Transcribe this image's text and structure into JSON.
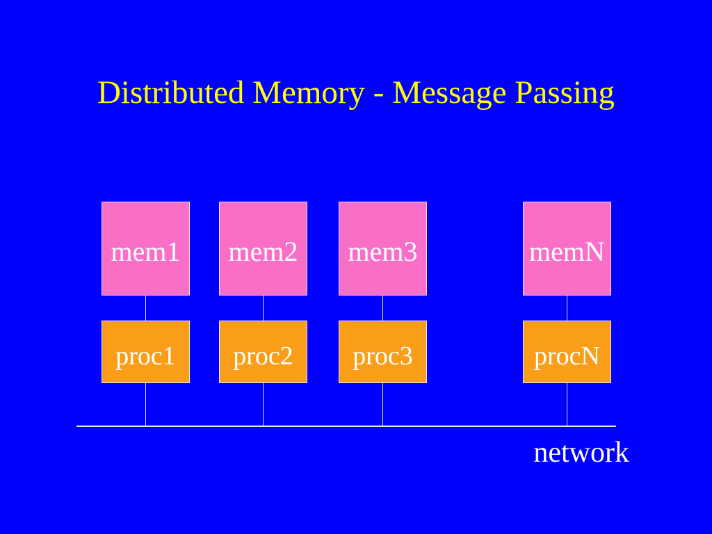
{
  "slide": {
    "title": "Distributed Memory - Message Passing",
    "network_label": "network"
  },
  "columns": [
    {
      "mem": "mem1",
      "proc": "proc1"
    },
    {
      "mem": "mem2",
      "proc": "proc2"
    },
    {
      "mem": "mem3",
      "proc": "proc3"
    },
    {
      "mem": "memN",
      "proc": "procN"
    }
  ],
  "colors": {
    "background": "#0000FE",
    "title": "#FFFF00",
    "mem_box": "#F96FC8",
    "proc_box": "#FA9E19",
    "box_text": "#FFFFFF",
    "line": "#E6E6F2"
  }
}
